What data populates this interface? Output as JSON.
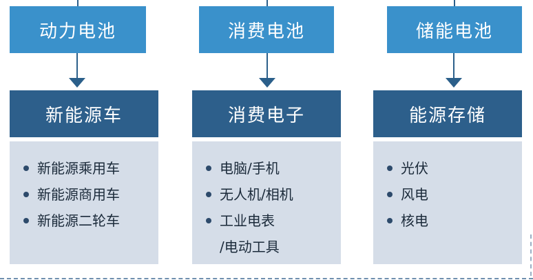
{
  "columns": [
    {
      "battery": "动力电池",
      "application": "新能源车",
      "items": [
        "新能源乘用车",
        "新能源商用车",
        "新能源二轮车"
      ]
    },
    {
      "battery": "消费电池",
      "application": "消费电子",
      "items": [
        "电脑/手机",
        "无人机/相机",
        "工业电表"
      ],
      "continuation": "/电动工具"
    },
    {
      "battery": "储能电池",
      "application": "能源存储",
      "items": [
        "光伏",
        "风电",
        "核电"
      ]
    }
  ],
  "colors": {
    "battery_box": "#3a91cb",
    "application_box": "#2d5f8b",
    "list_panel": "#d5dde8",
    "arrow": "#2b5f8a"
  }
}
